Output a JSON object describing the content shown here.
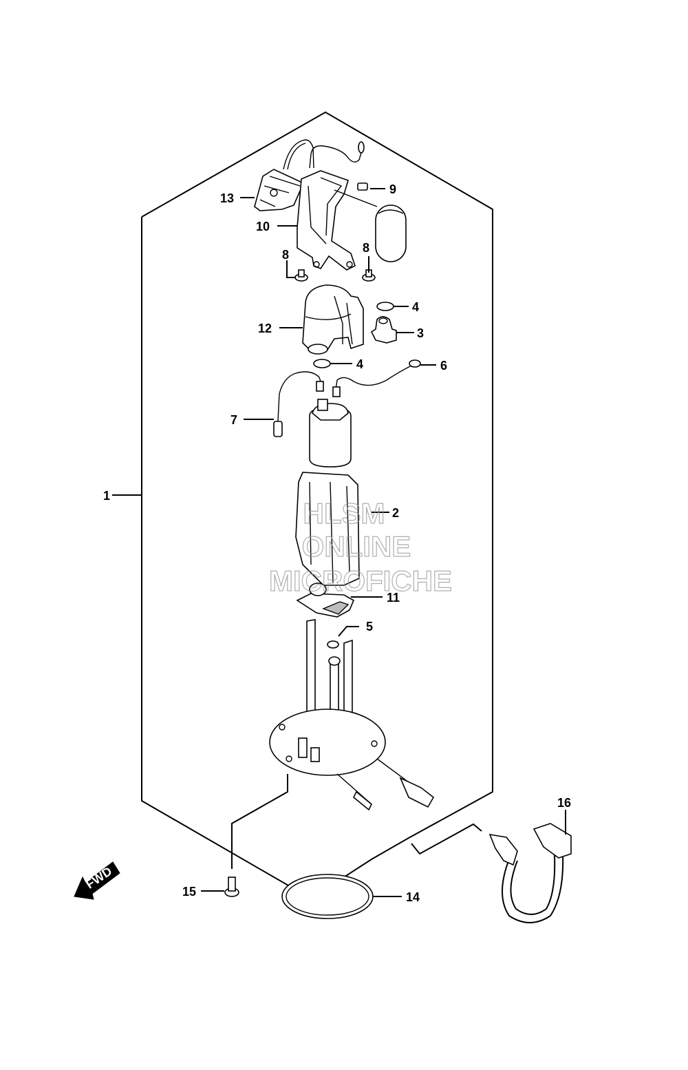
{
  "callouts": {
    "c1": "1",
    "c2": "2",
    "c3": "3",
    "c4a": "4",
    "c4b": "4",
    "c5": "5",
    "c6": "6",
    "c7": "7",
    "c8a": "8",
    "c8b": "8",
    "c9": "9",
    "c10": "10",
    "c11": "11",
    "c12": "12",
    "c13": "13",
    "c14": "14",
    "c15": "15",
    "c16": "16"
  },
  "watermark": {
    "line1": "HLSM",
    "line2": "ONLINE",
    "line3": "MICROFICHE"
  },
  "direction": {
    "label": "FWD"
  }
}
